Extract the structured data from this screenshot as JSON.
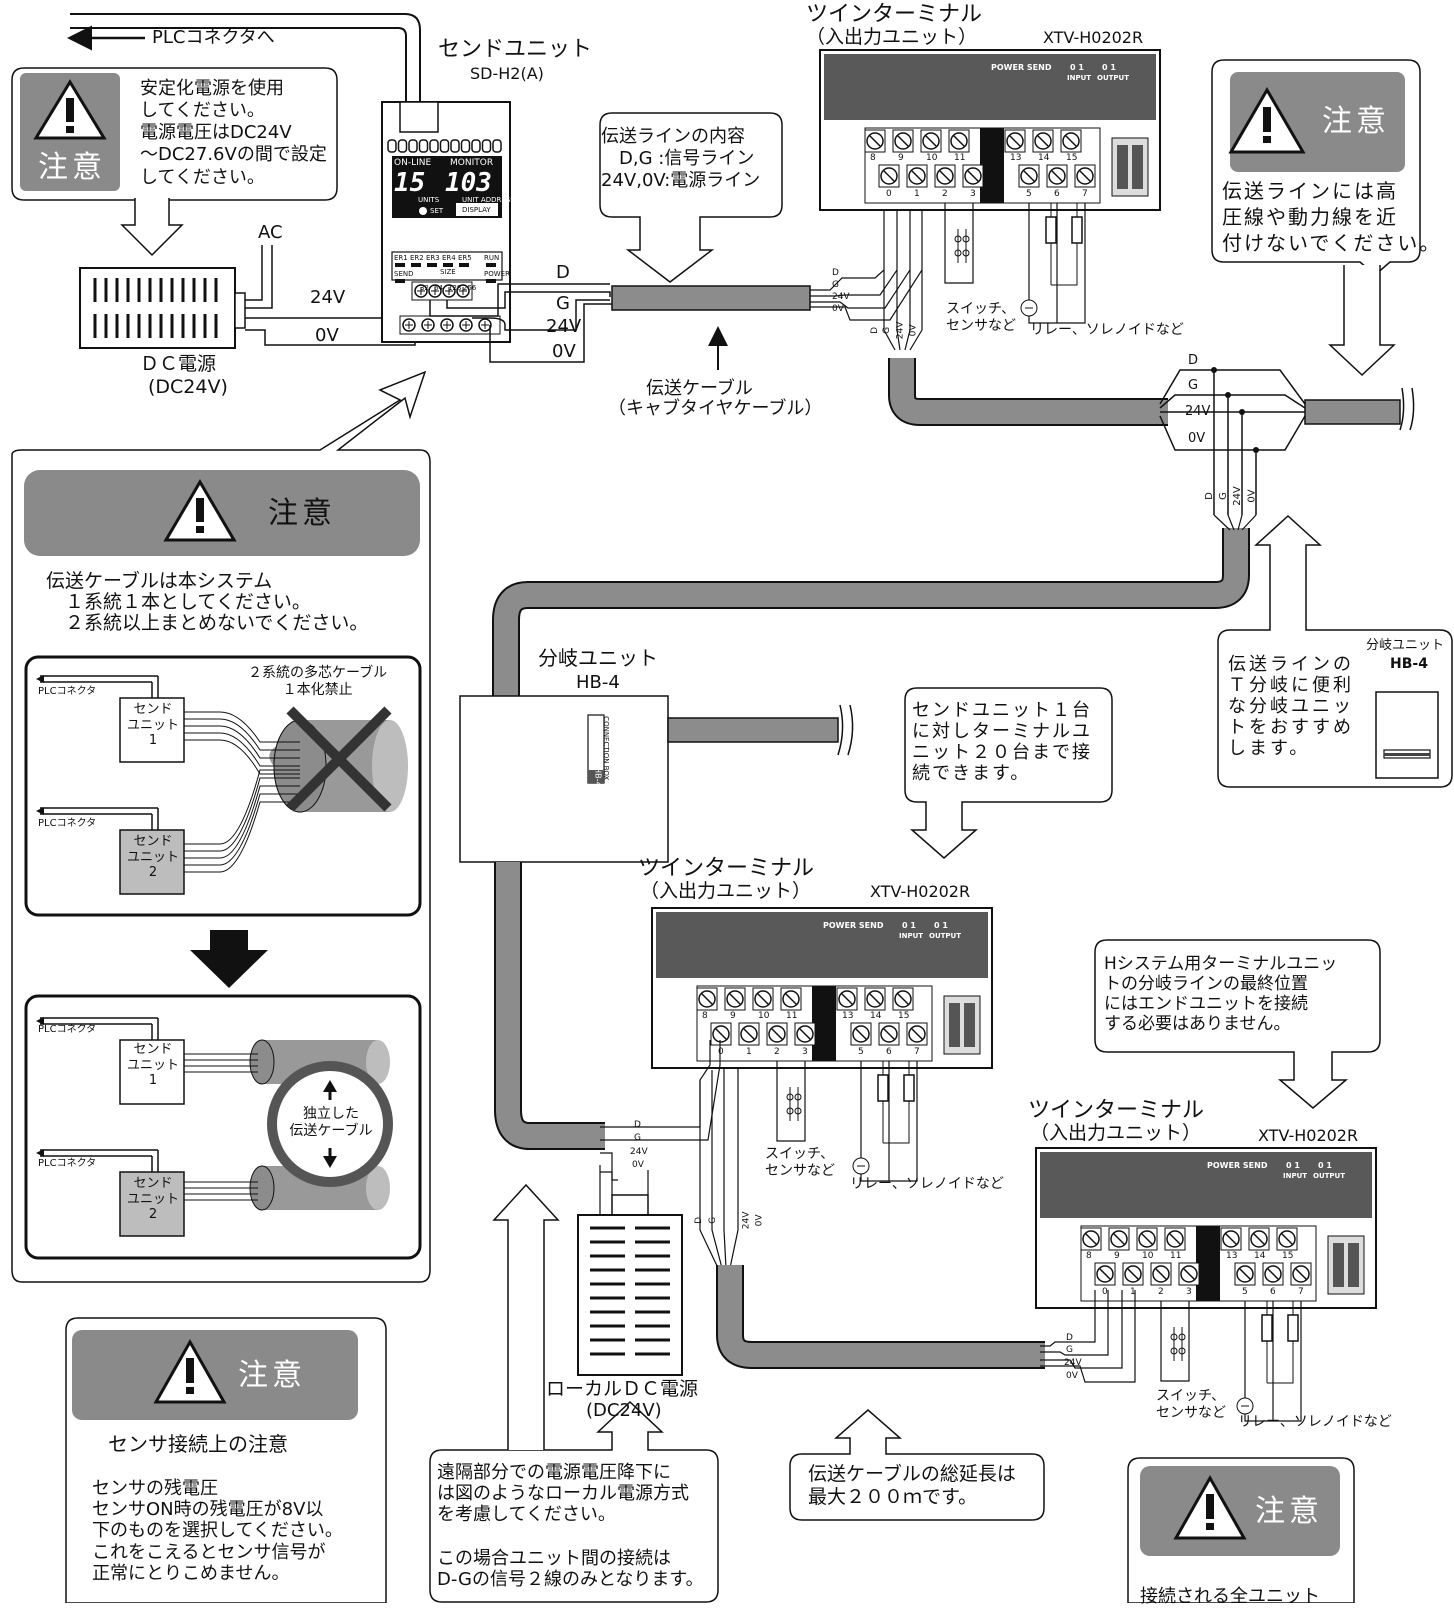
{
  "plc_label": "PLCコネクタへ",
  "send_unit": {
    "title": "センドユニット",
    "model": "SD-H2(A)",
    "panel": {
      "on_line": "ON-LINE",
      "monitor": "MONITOR",
      "seg1": "15",
      "seg2": "103",
      "units": "UNITS",
      "unit_address": "UNIT ADDRESS",
      "set": "SET",
      "display": "DISPLAY",
      "errs": [
        "ER1",
        "ER2",
        "ER3",
        "ER4",
        "ER5"
      ],
      "run": "RUN",
      "send": "SEND",
      "power": "POWER",
      "size": "SIZE",
      "size_nums": [
        "32",
        "64",
        "128",
        "256"
      ]
    }
  },
  "caution1": {
    "title": "注意",
    "text": "安定化電源を使用\nしてください。\n電源電圧はDC24V\n～DC27.6Vの間で設定\nしてください。"
  },
  "ac_label": "AC",
  "v24": "24V",
  "v0": "0V",
  "dc_power": {
    "label1": "ＤＣ電源",
    "label2": "(DC24V)"
  },
  "wires": {
    "d": "D",
    "g": "G",
    "v24": "24V",
    "v0": "0V"
  },
  "callout_line": "伝送ラインの内容\n　D,G :信号ライン\n24V,0V:電源ライン",
  "cable_label": {
    "line1": "伝送ケーブル",
    "line2": "（キャブタイヤケーブル）"
  },
  "twin_terminal": {
    "title": "ツインターミナル",
    "subtitle": "（入出力ユニット）",
    "model": "XTV-H0202R",
    "power_send": "POWER SEND",
    "input_bits": "0  1",
    "output_bits": "0  1",
    "input": "INPUT",
    "output": "OUTPUT",
    "top_terms": [
      "8",
      "9",
      "10",
      "11",
      "13",
      "14",
      "15"
    ],
    "bot_terms": [
      "0",
      "1",
      "2",
      "3",
      "5",
      "6",
      "7"
    ]
  },
  "switch_label": "スイッチ、\nセンサなど",
  "relay_label": "リレー、ソレノイドなど",
  "caution_right": {
    "title": "注意",
    "text": "伝送ラインには高\n圧線や動力線を近\n付けないでください。"
  },
  "caution_big": {
    "title": "注意",
    "text": "伝送ケーブルは本システム\n　１系統１本としてください。\n　２系統以上まとめないでください。"
  },
  "inset_top": {
    "plc": "PLCコネクタ",
    "unit1": "センド\nユニット\n1",
    "unit2": "センド\nユニット\n2",
    "note": "２系統の多芯ケーブル\n１本化禁止"
  },
  "inset_bottom": {
    "plc": "PLCコネクタ",
    "unit1": "センド\nユニット\n1",
    "unit2": "センド\nユニット\n2",
    "note": "独立した\n伝送ケーブル"
  },
  "branch_unit": {
    "title": "分岐ユニット",
    "model": "HB-4",
    "side": "CONNECTION BOX",
    "code": "HB-4"
  },
  "branch_callout": "伝送ラインの\nＴ分岐に便利\nな分岐ユニッ\nトをおすすめ\nします。",
  "branch_small": {
    "title": "分岐ユニット",
    "model": "HB-4"
  },
  "send_callout": "センドユニット１台\nに対しターミナルユ\nニット２０台まで接\n続できます。",
  "h_callout": "Hシステム用ターミナルユニッ\nトの分岐ラインの最終位置\nにはエンドユニットを接続\nする必要はありません。",
  "local_power": {
    "label1": "ローカルＤＣ電源",
    "label2": "(DC24V)"
  },
  "local_callout": {
    "p1": "遠隔部分での電源電圧降下に\nは図のようなローカル電源方式\nを考慮してください。",
    "p2": "この場合ユニット間の接続は\nD-Gの信号２線のみとなります。"
  },
  "length_callout": "伝送ケーブルの総延長は\n最大２００ｍです。",
  "sensor_caution": {
    "title": "注意",
    "subtitle": "センサ接続上の注意",
    "text": "センサの残電圧\nセンサON時の残電圧が8V以\n下のものを選択してください。\nこれをこえるとセンサ信号が\n正常にとりこめません。"
  },
  "bottom_caution": {
    "title": "注意",
    "text": "接続される全ユニット"
  }
}
